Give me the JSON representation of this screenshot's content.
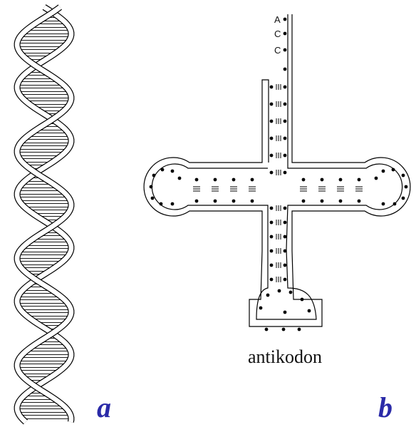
{
  "panels": {
    "a": "a",
    "b": "b"
  },
  "trna": {
    "acceptor_end": [
      "A",
      "C",
      "C"
    ],
    "caption": "antikodon"
  },
  "colors": {
    "panel_label": "#2a2aa8",
    "line": "#000000",
    "background": "#ffffff"
  }
}
